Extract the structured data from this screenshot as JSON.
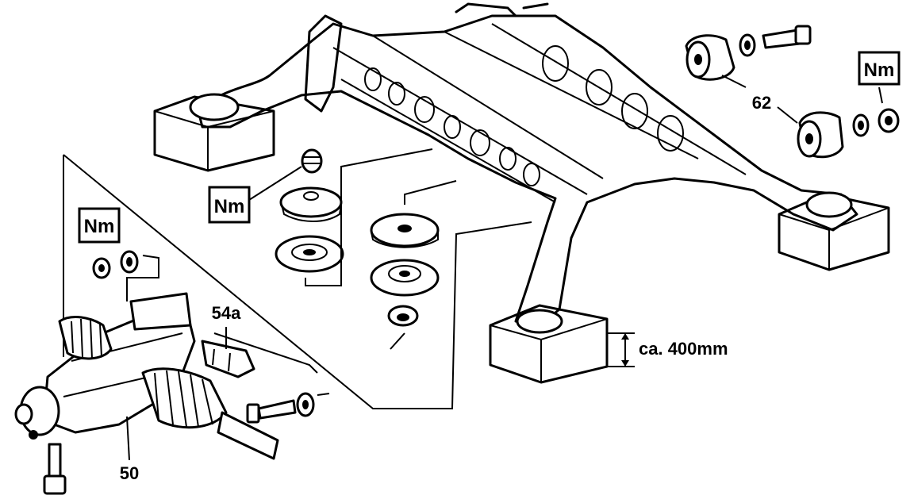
{
  "labels": {
    "part_62": "62",
    "part_54a": "54a",
    "part_50": "50",
    "height_dim": "ca. 400mm"
  },
  "torque_badges": {
    "top_right": "Nm",
    "center_left": "Nm",
    "left": "Nm"
  }
}
